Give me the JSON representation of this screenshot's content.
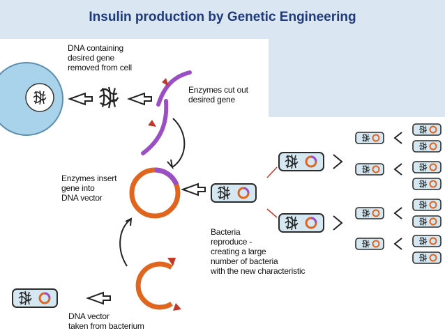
{
  "title": "Insulin production  by Genetic Engineering",
  "labels": {
    "dna_removed": [
      "DNA containing",
      "desired gene",
      "removed from cell"
    ],
    "enzymes_cut": [
      "Enzymes cut out",
      "desired gene"
    ],
    "enzymes_insert": [
      "Enzymes insert",
      "gene into",
      "DNA vector"
    ],
    "bacteria_reproduce": [
      "Bacteria",
      "reproduce -",
      "creating a large",
      "number of bacteria",
      "with the new characteristic"
    ],
    "vector_taken": [
      "DNA vector",
      "taken from bacterium"
    ]
  },
  "colors": {
    "title": "#1f3a78",
    "bacterium_fill": "#d5e7f1",
    "cell_fill": "#a9d3ea",
    "gene": "#9b4fc4",
    "vector": "#e0651e",
    "enzyme": "#c0392b"
  }
}
